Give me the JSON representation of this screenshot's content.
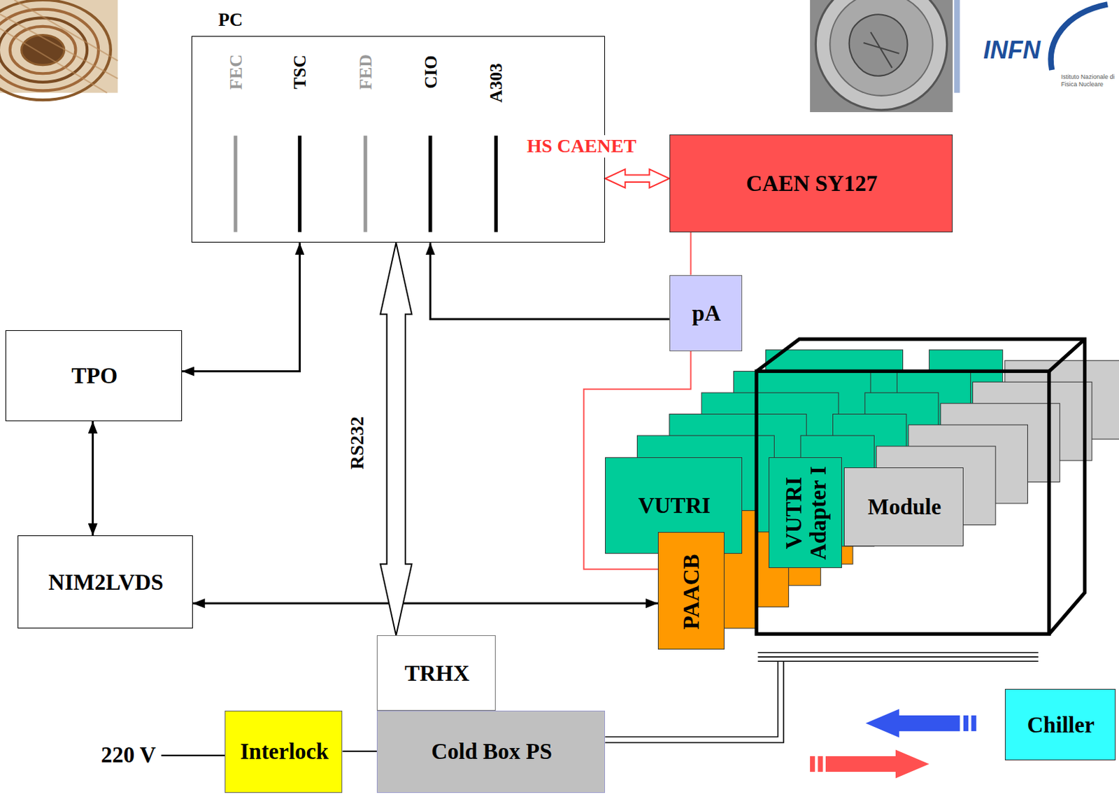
{
  "diagram": {
    "nodes": [
      {
        "text": [
          "PC",
          "FEC",
          "TSC",
          "FED",
          "CIO",
          "A303"
        ]
      },
      {
        "text": [
          "CAEN SY127"
        ]
      },
      {
        "text": [
          "pA"
        ]
      },
      {
        "text": [
          "TPO"
        ]
      },
      {
        "text": [
          "NIM2LVDS"
        ]
      },
      {
        "text": [
          "VUTRI"
        ]
      },
      {
        "text": [
          "VUTRI Adapter I"
        ]
      },
      {
        "text": [
          "Module"
        ]
      },
      {
        "text": [
          "PAACB"
        ]
      },
      {
        "text": [
          "TRHX"
        ]
      },
      {
        "text": [
          "Cold Box PS"
        ]
      },
      {
        "text": [
          "Interlock"
        ]
      },
      {
        "text": [
          "Chiller"
        ]
      }
    ],
    "edges": [
      {
        "from": 0,
        "to": 1,
        "label": "HS CAENET",
        "arrow": "both"
      },
      {
        "from": 1,
        "to": 2,
        "arrow": "none"
      },
      {
        "from": 2,
        "to": 0,
        "arrow": "to"
      },
      {
        "from": 0,
        "to": 3,
        "arrow": "both"
      },
      {
        "from": 3,
        "to": 4,
        "arrow": "both"
      },
      {
        "from": 4,
        "to": 8,
        "arrow": "both"
      },
      {
        "from": 2,
        "to": 8,
        "arrow": "none"
      },
      {
        "from": 0,
        "to": 9,
        "label": "RS232",
        "arrow": "both"
      },
      {
        "from": 11,
        "to": 10,
        "arrow": "none"
      }
    ],
    "labels": [
      "220 V",
      "INFN",
      "Istituto Nazionale di Fisica Nucleare"
    ]
  }
}
